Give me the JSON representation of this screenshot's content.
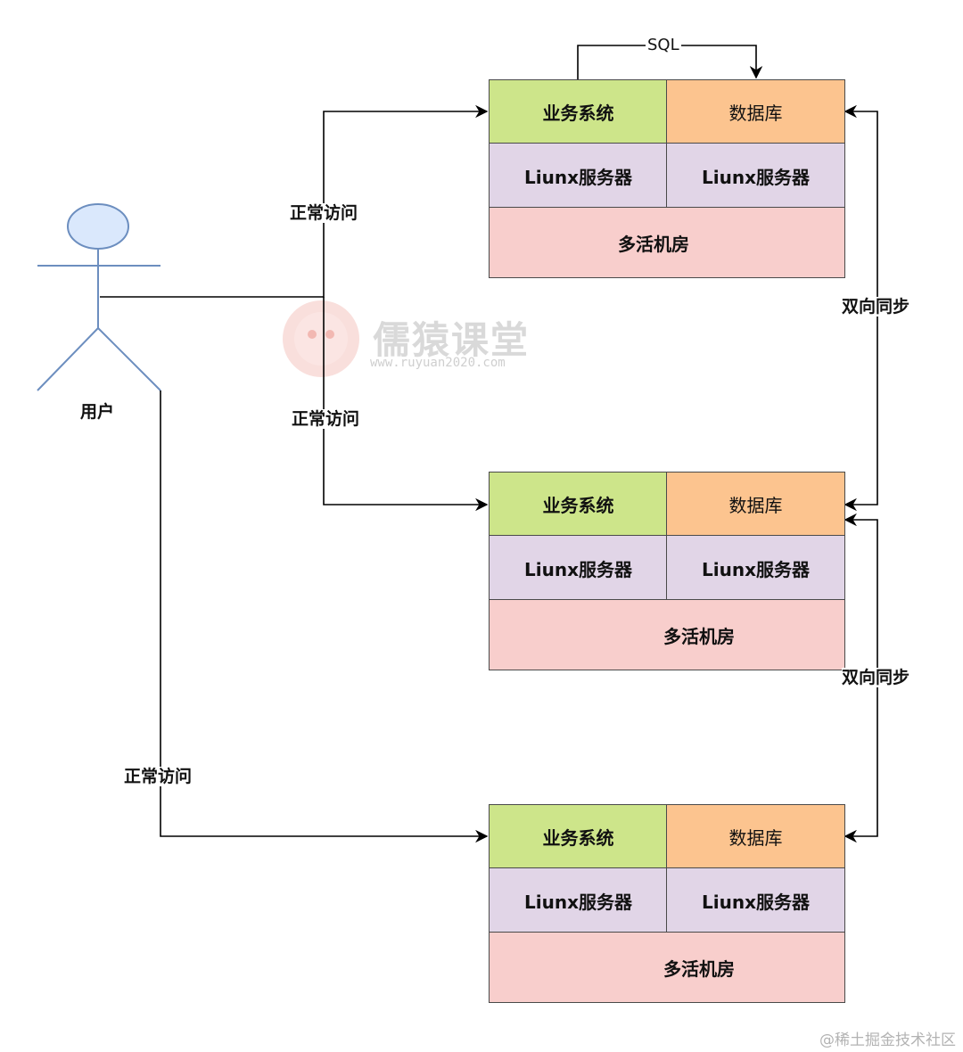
{
  "actor": {
    "label": "用户"
  },
  "edge_labels": {
    "sql": "SQL",
    "normal_access_1": "正常访问",
    "normal_access_2": "正常访问",
    "normal_access_3": "正常访问",
    "sync_1": "双向同步",
    "sync_2": "双向同步"
  },
  "datacenters": [
    {
      "app": "业务系统",
      "db": "数据库",
      "server_left": "Liunx服务器",
      "server_right": "Liunx服务器",
      "room": "多活机房"
    },
    {
      "app": "业务系统",
      "db": "数据库",
      "server_left": "Liunx服务器",
      "server_right": "Liunx服务器",
      "room": "多活机房"
    },
    {
      "app": "业务系统",
      "db": "数据库",
      "server_left": "Liunx服务器",
      "server_right": "Liunx服务器",
      "room": "多活机房"
    }
  ],
  "watermark": {
    "title": "儒猿课堂",
    "url": "www.ruyuan2020.com"
  },
  "footer": "@稀土掘金技术社区",
  "colors": {
    "app": "#cde58a",
    "db": "#fcc48f",
    "server": "#e1d5e7",
    "room": "#f8cecc",
    "actor_stroke": "#6c8ebf",
    "actor_fill": "#dae8fc",
    "edge": "#000000"
  }
}
